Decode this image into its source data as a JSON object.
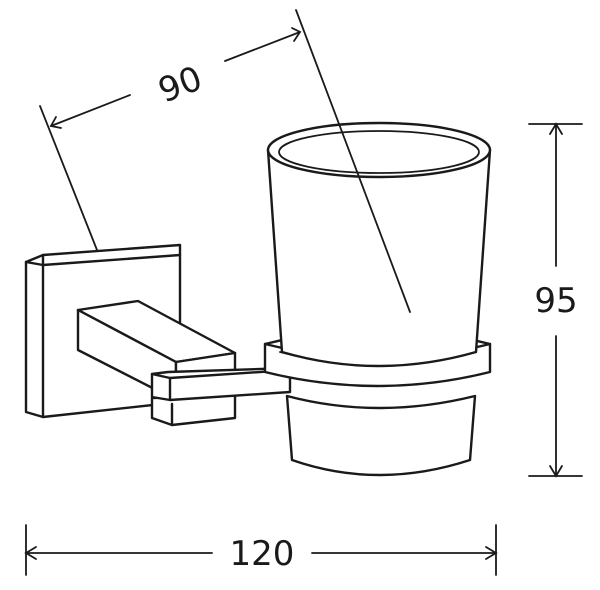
{
  "dimensions": {
    "depth": "90",
    "height": "95",
    "width": "120"
  }
}
